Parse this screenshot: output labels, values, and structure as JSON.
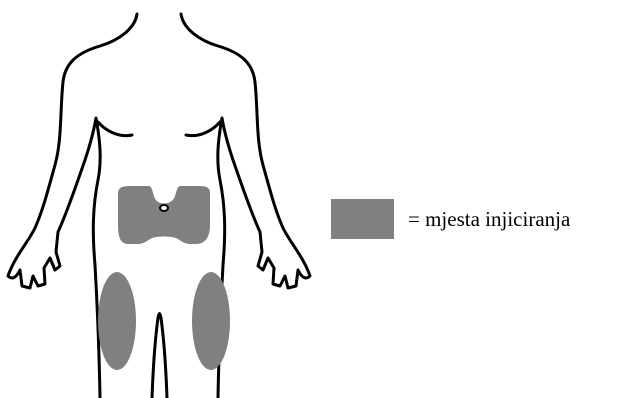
{
  "legend": {
    "label": "= mjesta injiciranja",
    "swatch_color": "#808080"
  },
  "figure": {
    "outline_color": "#000000",
    "injection_areas": [
      "abdomen",
      "left-thigh",
      "right-thigh"
    ]
  }
}
